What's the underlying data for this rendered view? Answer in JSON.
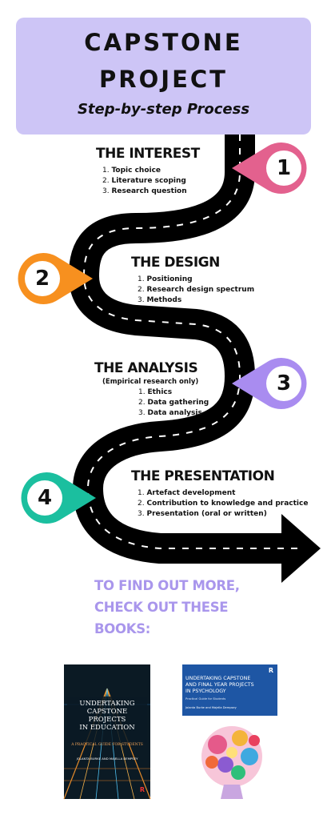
{
  "colors": {
    "header_bg": "#cdc5f6",
    "road": "#000000",
    "lane_marking": "#ffffff",
    "marker_1": "#e3618e",
    "marker_2": "#f7901f",
    "marker_3": "#a98cf0",
    "marker_4": "#1bbf9f",
    "cta_text": "#a996ec"
  },
  "header": {
    "title_line1": "CAPSTONE",
    "title_line2": "PROJECT",
    "subtitle": "Step-by-step Process"
  },
  "steps": [
    {
      "marker": "1",
      "title": "THE INTEREST",
      "note": "",
      "items": [
        {
          "num": "1.",
          "text": "Topic choice"
        },
        {
          "num": "2.",
          "text": "Literature scoping"
        },
        {
          "num": "3.",
          "text": "Research question"
        }
      ]
    },
    {
      "marker": "2",
      "title": "THE DESIGN",
      "note": "",
      "items": [
        {
          "num": "1.",
          "text": "Positioning"
        },
        {
          "num": "2.",
          "text": "Research design spectrum"
        },
        {
          "num": "3.",
          "text": "Methods"
        }
      ]
    },
    {
      "marker": "3",
      "title": "THE ANALYSIS",
      "note": "(Empirical research only)",
      "items": [
        {
          "num": "1.",
          "text": "Ethics"
        },
        {
          "num": "2.",
          "text": "Data gathering"
        },
        {
          "num": "3.",
          "text": "Data  analysis"
        }
      ]
    },
    {
      "marker": "4",
      "title": "THE PRESENTATION",
      "note": "",
      "items": [
        {
          "num": "1.",
          "text": "Artefact development"
        },
        {
          "num": "2.",
          "text": "Contribution to knowledge and practice"
        },
        {
          "num": "3.",
          "text": "Presentation (oral or written)"
        }
      ]
    }
  ],
  "cta": {
    "line1": "TO FIND OUT MORE,",
    "line2": "CHECK OUT THESE",
    "line3": "BOOKS:"
  },
  "books": [
    {
      "title_line1": "UNDERTAKING",
      "title_line2": "CAPSTONE",
      "title_line3": "PROJECTS",
      "title_line4": "IN EDUCATION",
      "subtitle": "A PRACTICAL GUIDE FOR STUDENTS",
      "authors": "JOLANTA BURKE AND MAJELLA DEMPSEY",
      "publisher_mark": "R"
    },
    {
      "title_line1": "UNDERTAKING CAPSTONE",
      "title_line2": "AND FINAL YEAR PROJECTS",
      "title_line3": "IN PSYCHOLOGY",
      "subtitle": "Practical Guide for Students",
      "authors": "Jolanta Burke and Majella Dempsey",
      "publisher_mark": "R"
    }
  ]
}
